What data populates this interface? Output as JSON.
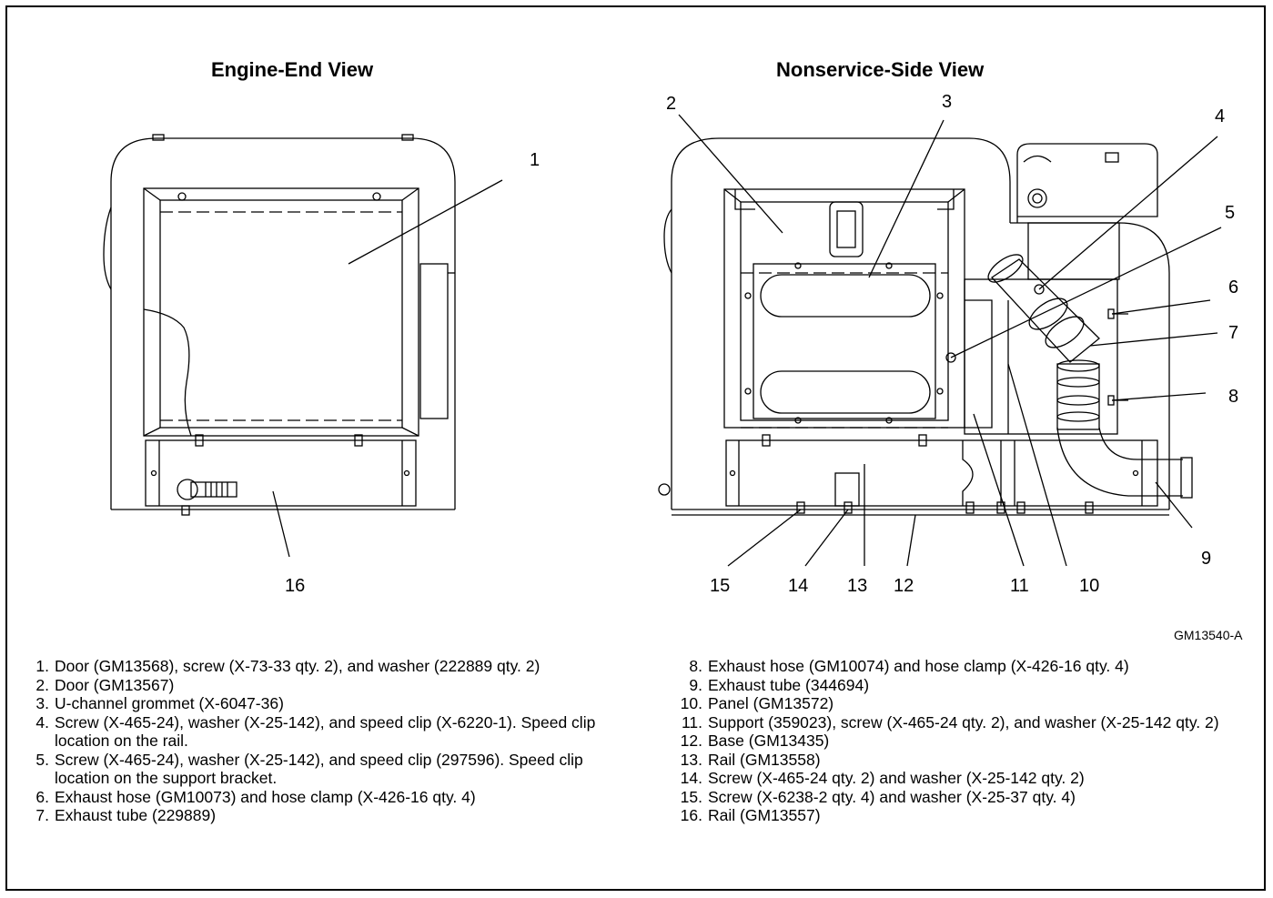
{
  "views": {
    "left_title": "Engine-End View",
    "right_title": "Nonservice-Side View"
  },
  "callouts": [
    "1",
    "2",
    "3",
    "4",
    "5",
    "6",
    "7",
    "8",
    "9",
    "10",
    "11",
    "12",
    "13",
    "14",
    "15",
    "16"
  ],
  "figure_id": "GM13540-A",
  "legend": [
    {
      "num": "1.",
      "text": "Door (GM13568), screw (X-73-33 qty. 2), and washer (222889 qty. 2)"
    },
    {
      "num": "2.",
      "text": "Door (GM13567)"
    },
    {
      "num": "3.",
      "text": "U-channel grommet (X-6047-36)"
    },
    {
      "num": "4.",
      "text": "Screw (X-465-24), washer (X-25-142), and speed clip (X-6220-1). Speed clip location on the rail."
    },
    {
      "num": "5.",
      "text": "Screw (X-465-24), washer (X-25-142), and speed clip (297596). Speed clip location on the support bracket."
    },
    {
      "num": "6.",
      "text": "Exhaust hose (GM10073) and hose clamp (X-426-16 qty. 4)"
    },
    {
      "num": "7.",
      "text": "Exhaust tube (229889)"
    },
    {
      "num": "8.",
      "text": "Exhaust hose (GM10074) and hose clamp (X-426-16 qty. 4)"
    },
    {
      "num": "9.",
      "text": "Exhaust tube (344694)"
    },
    {
      "num": "10.",
      "text": "Panel (GM13572)"
    },
    {
      "num": "11.",
      "text": "Support (359023), screw (X-465-24 qty. 2), and washer (X-25-142 qty. 2)"
    },
    {
      "num": "12.",
      "text": "Base (GM13435)"
    },
    {
      "num": "13.",
      "text": "Rail (GM13558)"
    },
    {
      "num": "14.",
      "text": "Screw (X-465-24 qty. 2) and washer (X-25-142 qty. 2)"
    },
    {
      "num": "15.",
      "text": "Screw (X-6238-2 qty. 4) and washer (X-25-37 qty. 4)"
    },
    {
      "num": "16.",
      "text": "Rail (GM13557)"
    }
  ]
}
